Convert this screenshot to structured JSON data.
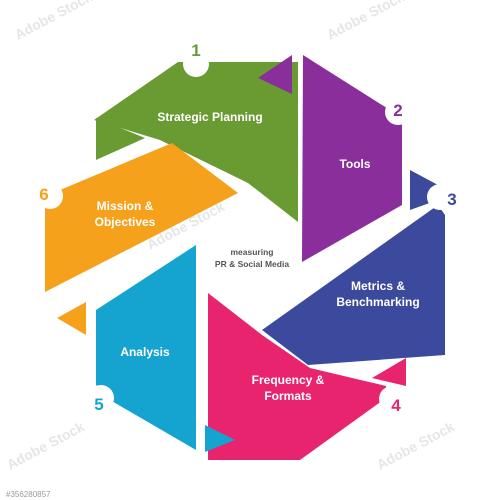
{
  "center": {
    "line1": "measuring",
    "line2": "PR & Social Media"
  },
  "segments": [
    {
      "number": "1",
      "label": [
        "Strategic Planning"
      ],
      "color": "#6a9a32"
    },
    {
      "number": "2",
      "label": [
        "Tools"
      ],
      "color": "#8a2e9c"
    },
    {
      "number": "3",
      "label": [
        "Metrics &",
        "Benchmarking"
      ],
      "color": "#3b4a9c"
    },
    {
      "number": "4",
      "label": [
        "Frequency &",
        "Formats"
      ],
      "color": "#e8246f"
    },
    {
      "number": "5",
      "label": [
        "Analysis"
      ],
      "color": "#15a3cf"
    },
    {
      "number": "6",
      "label": [
        "Mission &",
        "Objectives"
      ],
      "color": "#f5a11c"
    }
  ],
  "watermark": {
    "text": "Adobe Stock",
    "id": "#356280857"
  }
}
